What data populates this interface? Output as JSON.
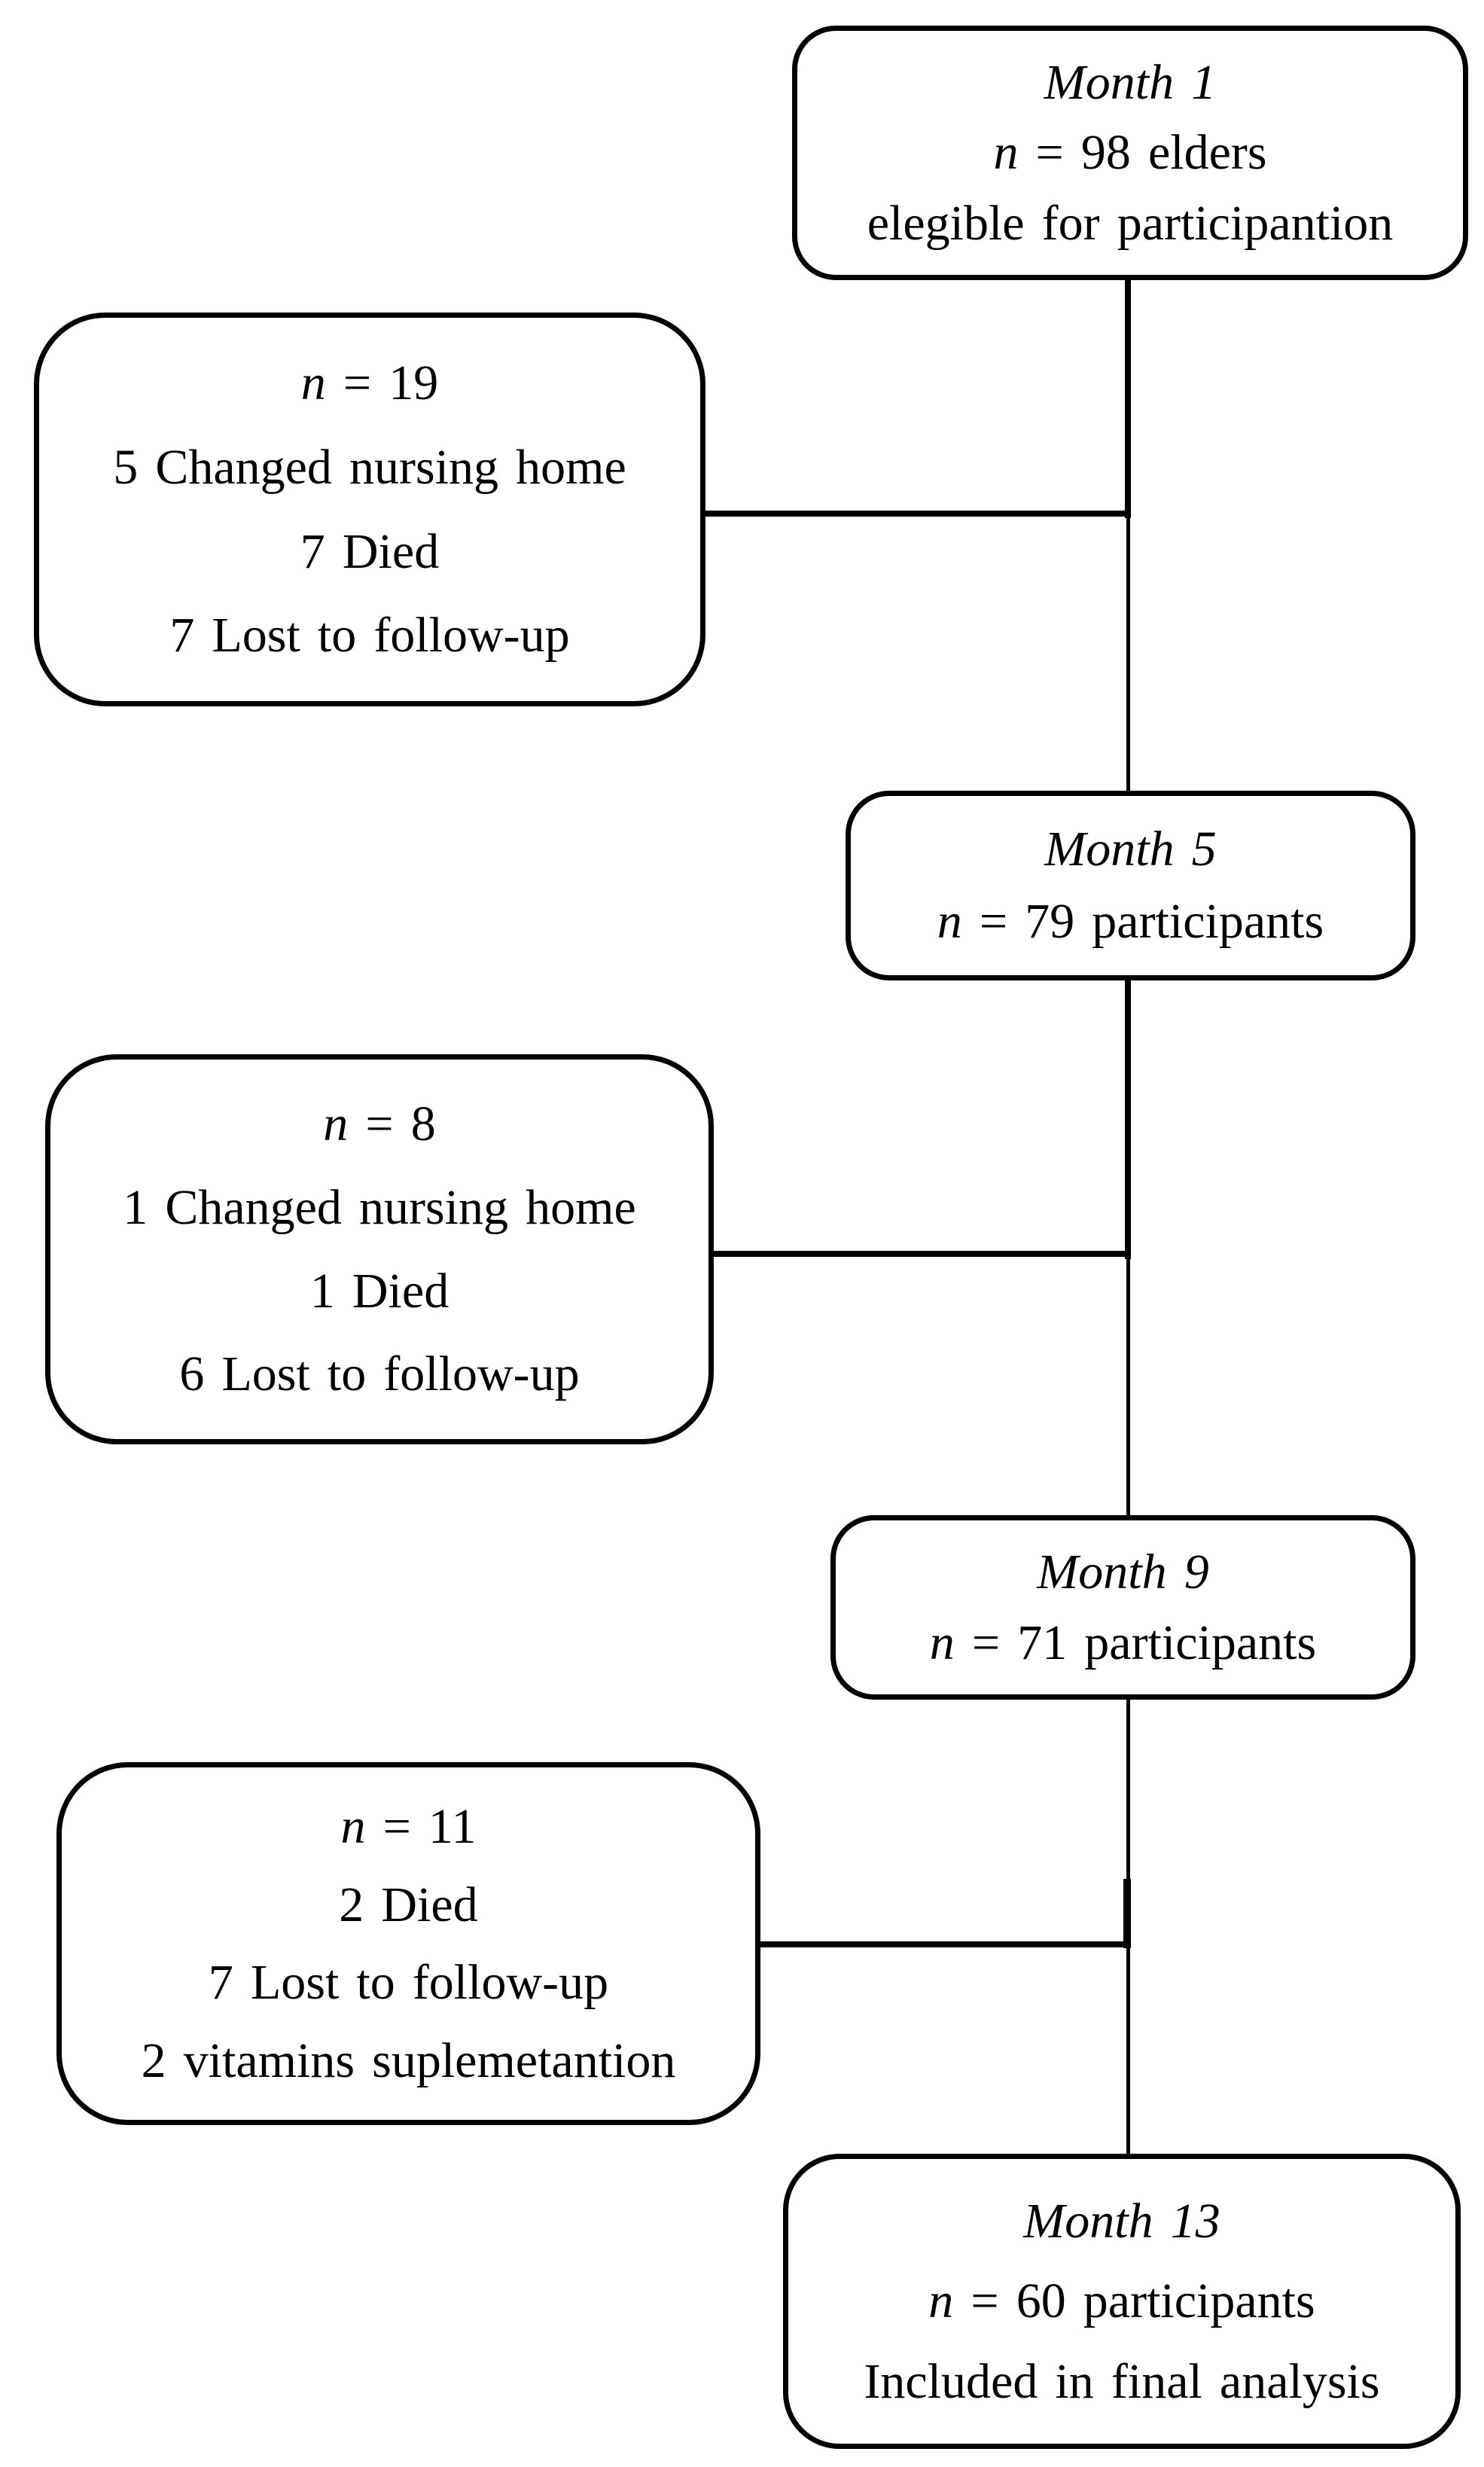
{
  "colors": {
    "ink": "#000000",
    "background": "#ffffff"
  },
  "flow": {
    "month1": {
      "title": "Month 1",
      "n": "n",
      "n_rest": " = 98 elders",
      "subtitle": "elegible for participantion"
    },
    "dropout1": {
      "n": "n",
      "n_rest": " = 19",
      "lines": [
        "5 Changed nursing home",
        "7 Died",
        "7 Lost to follow-up"
      ]
    },
    "month5": {
      "title": "Month 5",
      "n": "n",
      "n_rest": " = 79 participants"
    },
    "dropout2": {
      "n": "n",
      "n_rest": " = 8",
      "lines": [
        "1 Changed nursing home",
        "1 Died",
        "6 Lost to follow-up"
      ]
    },
    "month9": {
      "title": "Month 9",
      "n": "n",
      "n_rest": " = 71 participants"
    },
    "dropout3": {
      "n": "n",
      "n_rest": " = 11",
      "lines": [
        "2 Died",
        "7 Lost to follow-up",
        "2 vitamins suplemetantion"
      ]
    },
    "month13": {
      "title": "Month 13",
      "n": "n",
      "n_rest": " = 60 participants",
      "subtitle": "Included in final analysis"
    }
  }
}
